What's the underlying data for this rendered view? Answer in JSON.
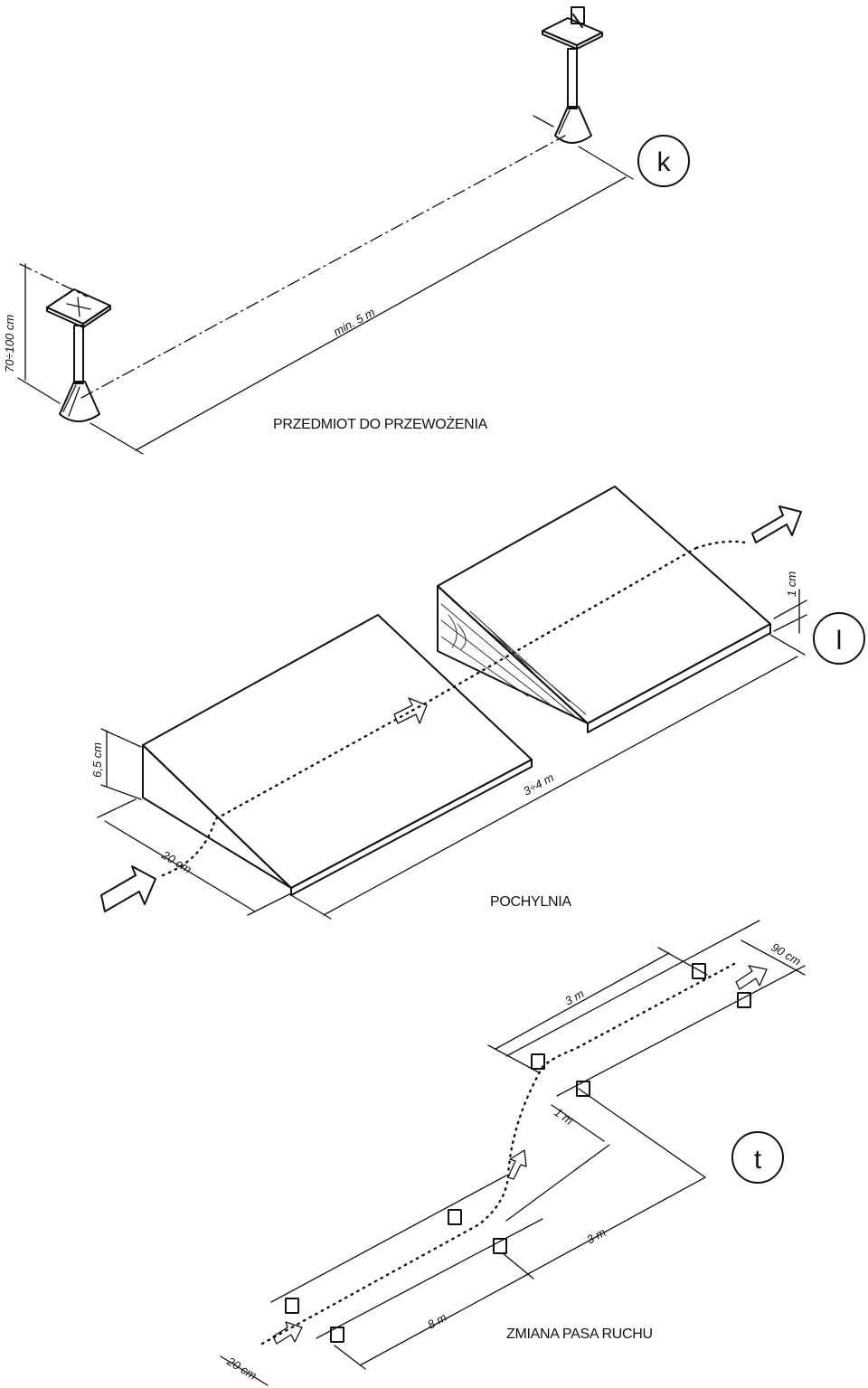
{
  "sections": {
    "k": {
      "letter": "k",
      "caption": "PRZEDMIOT DO PRZEWOŻENIA",
      "dim_length": "min. 5 m",
      "dim_height": "70÷100 cm"
    },
    "l": {
      "letter": "l",
      "caption": "POCHYLNIA",
      "dim_length": "3÷4 m",
      "dim_height": "6,5 cm",
      "dim_width": "20 cm",
      "dim_step": "1 cm"
    },
    "t": {
      "letter": "t",
      "caption": "ZMIANA PASA RUCHU",
      "dim_top_length": "3 m",
      "dim_lane_width": "90 cm",
      "dim_shift": "1 m",
      "dim_mid_length": "3 m",
      "dim_bottom_length": "8 m",
      "dim_bottom_width": "20 cm"
    }
  },
  "colors": {
    "ink": "#111111",
    "paper": "#ffffff"
  }
}
